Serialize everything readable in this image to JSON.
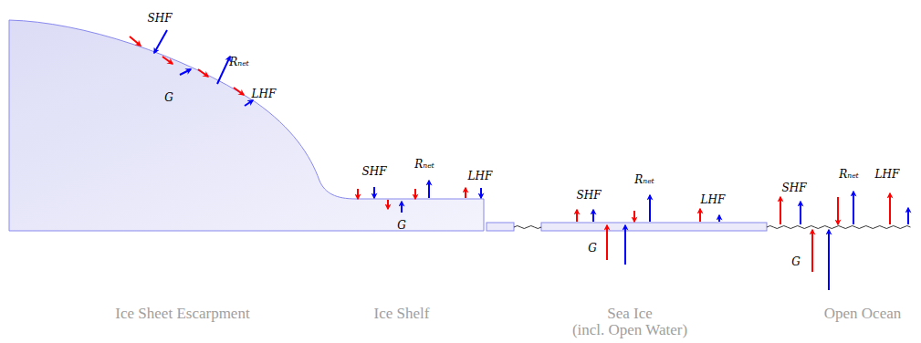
{
  "diagram": {
    "labels": [
      "SHF",
      "Rₙₑₜ",
      "G",
      "LHF",
      "SHF",
      "Rₙₑₜ",
      "LHF",
      "G",
      "SHF",
      "Rₙₑₜ",
      "LHF",
      "G",
      "SHF",
      "Rₙₑₜ",
      "LHF",
      "G",
      "Ice Sheet Escarpment",
      "Ice Shelf",
      "Sea Ice",
      "(incl. Open Water)",
      "Open Ocean"
    ]
  }
}
